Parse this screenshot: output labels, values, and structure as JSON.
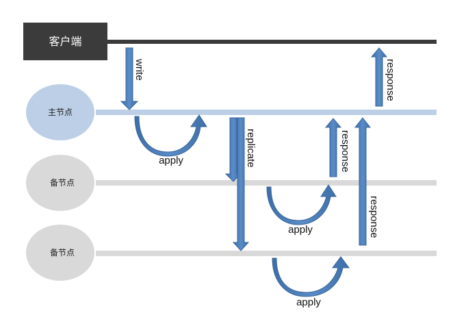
{
  "diagram": {
    "title": "",
    "colors": {
      "client_box": "#3b3b3b",
      "client_line": "#3b3b3b",
      "primary_node": "#bccfe6",
      "primary_line": "#bccfe6",
      "secondary_node": "#d9d9d9",
      "secondary_line": "#d9d9d9",
      "arrow_fill": "#4f81bd",
      "arrow_stroke": "#3a6698"
    },
    "actors": {
      "client": "客户端",
      "primary": "主节点",
      "secondary1": "备节点",
      "secondary2": "备节点"
    },
    "messages": {
      "write": "write",
      "apply_primary": "apply",
      "replicate": "replicate",
      "apply_secondary1": "apply",
      "apply_secondary2": "apply",
      "response_secondary1": "response",
      "response_secondary2": "response",
      "response_client": "response"
    }
  }
}
